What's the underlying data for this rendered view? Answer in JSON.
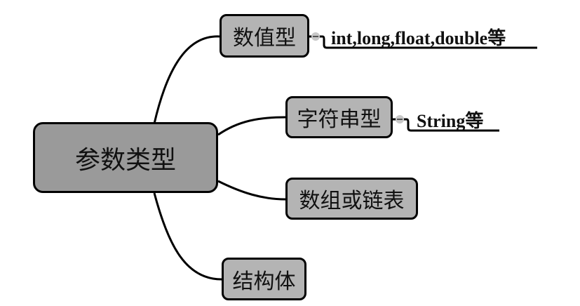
{
  "diagram": {
    "type": "mind-map",
    "root": {
      "label": "参数类型"
    },
    "branches": [
      {
        "label": "数值型",
        "note": "int,long,float,double等"
      },
      {
        "label": "字符串型",
        "note": "String等"
      },
      {
        "label": "数组或链表"
      },
      {
        "label": "结构体"
      }
    ]
  }
}
